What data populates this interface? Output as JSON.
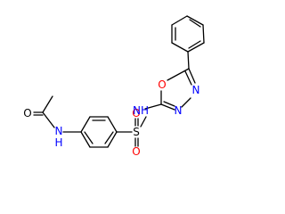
{
  "atoms": {
    "carbonyl_oxygen": {
      "label": "O",
      "color": "#000000"
    },
    "amide_nitrogen": {
      "label": "N",
      "color": "#0000ff"
    },
    "amide_hydrogen": {
      "label": "H",
      "color": "#0000ff"
    },
    "sulfur": {
      "label": "S",
      "color": "#000000"
    },
    "sulfonyl_oxygen_top": {
      "label": "O",
      "color": "#ff0000"
    },
    "sulfonyl_oxygen_bottom": {
      "label": "O",
      "color": "#ff0000"
    },
    "sulfonamide_nh": {
      "label": "NH",
      "color": "#0000ff"
    },
    "ring_oxygen": {
      "label": "O",
      "color": "#ff0000"
    },
    "ring_nitrogen_upper": {
      "label": "N",
      "color": "#0000ff"
    },
    "ring_nitrogen_lower": {
      "label": "N",
      "color": "#0000ff"
    }
  }
}
